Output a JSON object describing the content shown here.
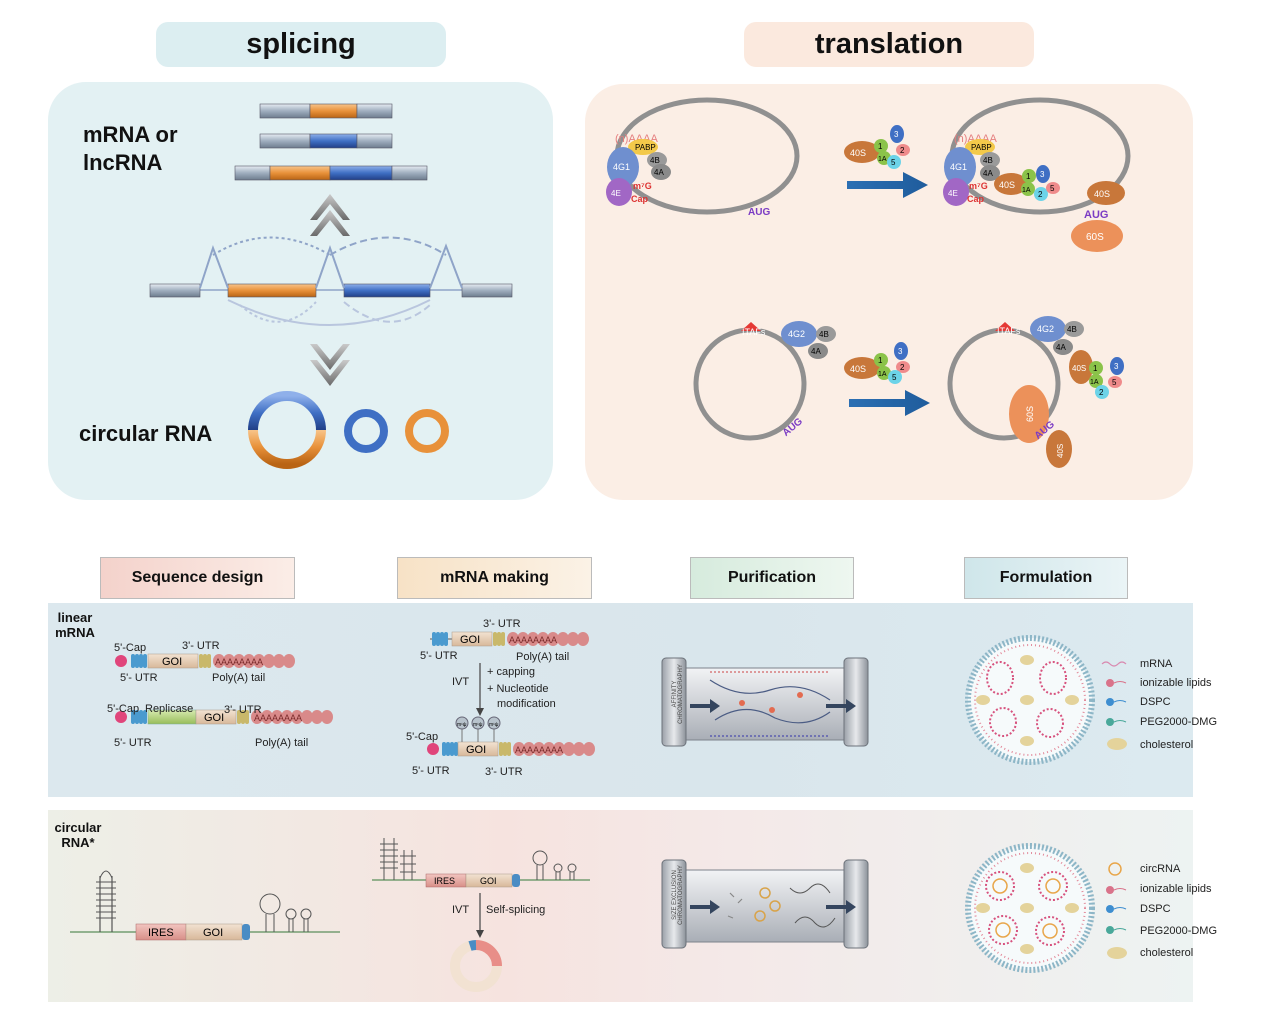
{
  "headers": {
    "splicing": "splicing",
    "translation": "translation"
  },
  "splicing_panel": {
    "mrna_label": "mRNA or\nlncRNA",
    "circ_label": "circular RNA"
  },
  "translation_panel": {
    "cap_tail": "(n)AAAA",
    "pabp": "PABP",
    "f4g1": "4G1",
    "f4b": "4B",
    "f4a": "4A",
    "f4e": "4E",
    "m7g": "m⁷G",
    "cap": "Cap",
    "aug": "AUG",
    "s40": "40S",
    "s60": "60S",
    "f1": "1",
    "f1a": "1A",
    "f2": "2",
    "f3": "3",
    "f5": "5",
    "itafs": "ITAFs",
    "f4g2": "4G2"
  },
  "stages": [
    "Sequence design",
    "mRNA making",
    "Purification",
    "Formulation"
  ],
  "rows": {
    "linear": "linear\nmRNA",
    "circular": "circular\nRNA*"
  },
  "seq_linear": {
    "cap": "5'-Cap",
    "utr3": "3'- UTR",
    "goi": "GOI",
    "tail": "AAAAAAAA",
    "utr5": "5'- UTR",
    "polya": "Poly(A) tail",
    "replicase": "Replicase"
  },
  "making_linear": {
    "utr3": "3'- UTR",
    "goi": "GOI",
    "tail": "AAAAAAAA",
    "utr5": "5'- UTR",
    "polya": "Poly(A) tail",
    "ivt": "IVT",
    "capping": "+ capping",
    "nucleotide": "+ Nucleotide",
    "modification": "modification",
    "cap": "5'-Cap",
    "m1psi": "m¹ψ"
  },
  "seq_circ": {
    "ires": "IRES",
    "goi": "GOI"
  },
  "making_circ": {
    "ires": "IRES",
    "goi": "GOI",
    "ivt": "IVT",
    "self": "Self-splicing"
  },
  "purification": {
    "affinity": "AFFINITY\nCHROMATOGRAPHY",
    "size": "SIZE EXCLUSION\nCHROMATOGRAPHY"
  },
  "legend_linear": [
    "mRNA",
    "ionizable lipids",
    "DSPC",
    "PEG2000-DMG",
    "cholesterol"
  ],
  "legend_circ": [
    "circRNA",
    "ionizable lipids",
    "DSPC",
    "PEG2000-DMG",
    "cholesterol"
  ],
  "colors": {
    "orange": "#E8913A",
    "blue": "#3F6FC4",
    "grey": "#A8B4C2",
    "splice_bg": "#E6F3F5",
    "trans_bg": "#FCEFE6",
    "arrow": "#2B6FB3"
  }
}
